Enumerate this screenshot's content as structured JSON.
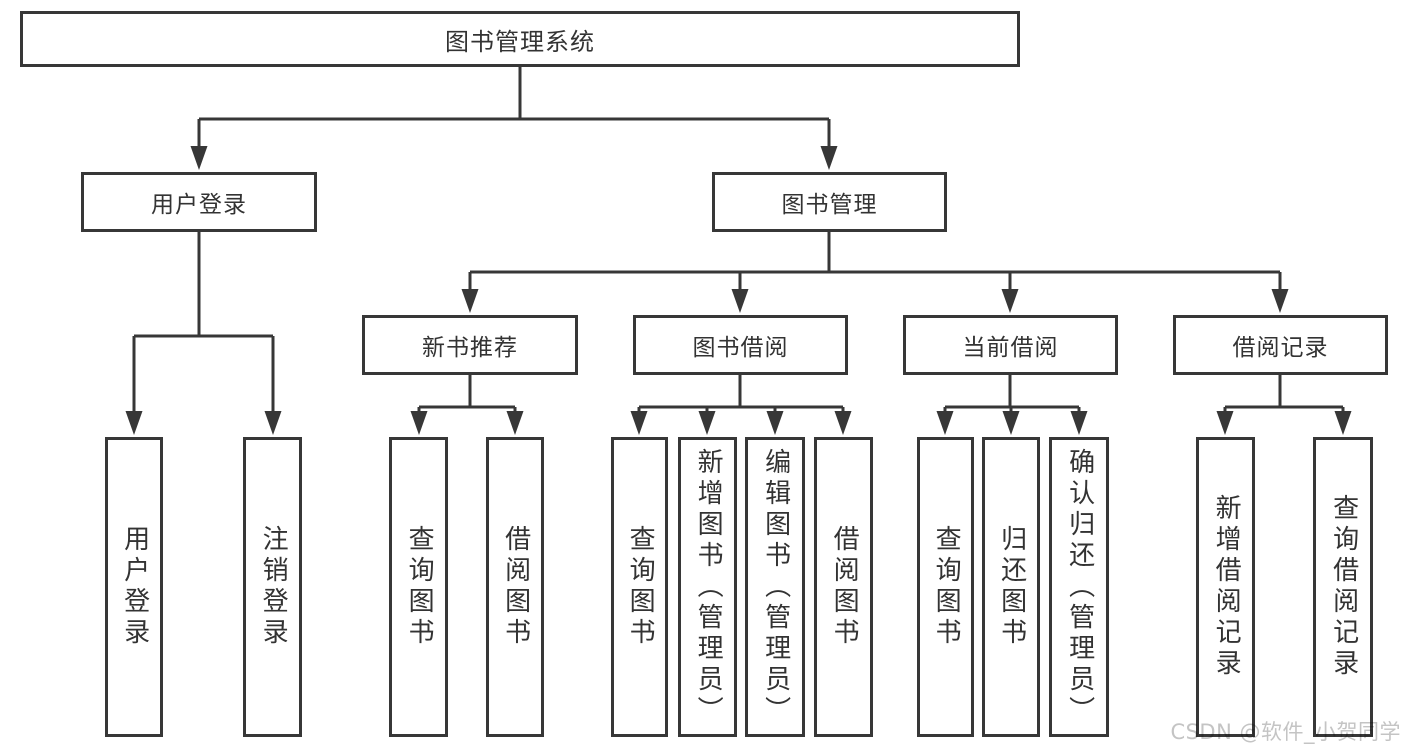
{
  "tree": {
    "root": {
      "label": "图书管理系统",
      "children": [
        {
          "label": "用户登录",
          "children": [
            {
              "label": "用户登录"
            },
            {
              "label": "注销登录"
            }
          ]
        },
        {
          "label": "图书管理",
          "children": [
            {
              "label": "新书推荐",
              "children": [
                {
                  "label": "查询图书"
                },
                {
                  "label": "借阅图书"
                }
              ]
            },
            {
              "label": "图书借阅",
              "children": [
                {
                  "label": "查询图书"
                },
                {
                  "label": "新增图书（管理员）"
                },
                {
                  "label": "编辑图书（管理员）"
                },
                {
                  "label": "借阅图书"
                }
              ]
            },
            {
              "label": "当前借阅",
              "children": [
                {
                  "label": "查询图书"
                },
                {
                  "label": "归还图书"
                },
                {
                  "label": "确认归还（管理员）"
                }
              ]
            },
            {
              "label": "借阅记录",
              "children": [
                {
                  "label": "新增借阅记录"
                },
                {
                  "label": "查询借阅记录"
                }
              ]
            }
          ]
        }
      ]
    }
  },
  "watermark": "CSDN @软件_小贺同学",
  "colors": {
    "line": "#373737",
    "text": "#333333",
    "box_background": "#ffffff",
    "watermark": "#c4c4c4"
  }
}
